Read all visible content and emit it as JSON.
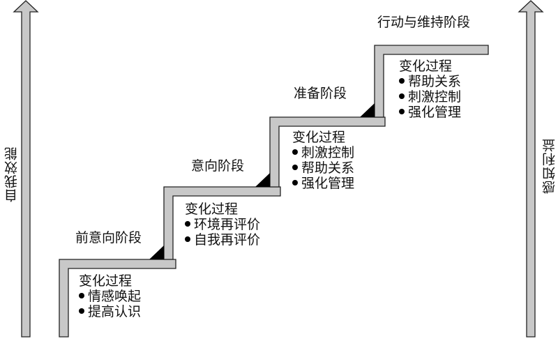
{
  "axes": {
    "left_label": "自我效能",
    "right_label": "感知利益"
  },
  "colors": {
    "step_fill": "#c8c8c8",
    "step_stroke": "#222222",
    "corner_fill": "#000000",
    "arrow_fill": "#c8c8c8"
  },
  "stages": [
    {
      "name": "前意向阶段",
      "process_title": "变化过程",
      "processes": [
        "情感唤起",
        "提高认识"
      ]
    },
    {
      "name": "意向阶段",
      "process_title": "变化过程",
      "processes": [
        "环境再评价",
        "自我再评价"
      ]
    },
    {
      "name": "准备阶段",
      "process_title": "变化过程",
      "processes": [
        "刺激控制",
        "帮助关系",
        "强化管理"
      ]
    },
    {
      "name": "行动与维持阶段",
      "process_title": "变化过程",
      "processes": [
        "帮助关系",
        "刺激控制",
        "强化管理"
      ]
    }
  ]
}
